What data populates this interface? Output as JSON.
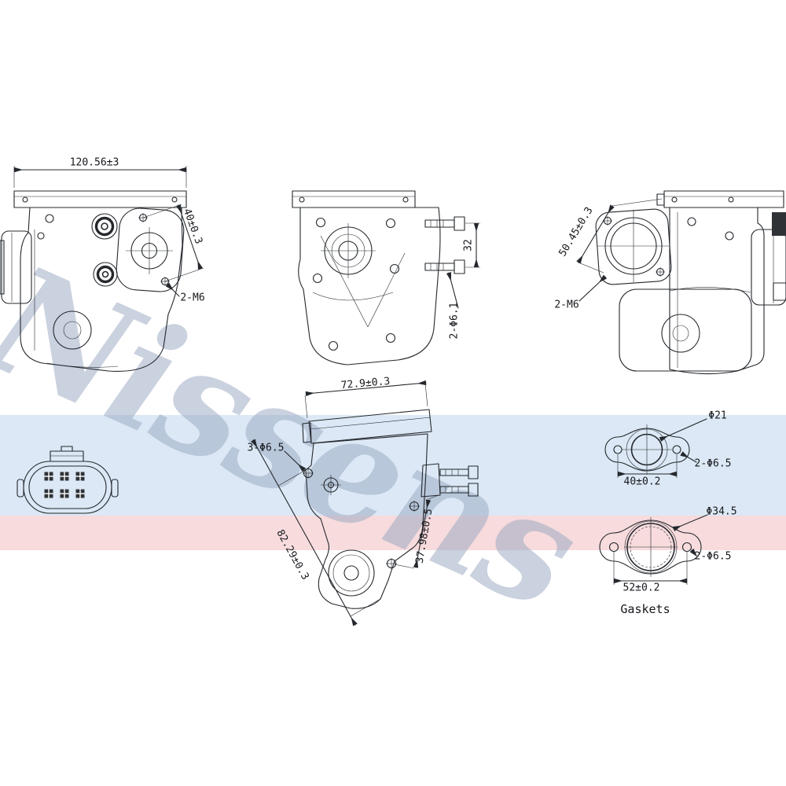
{
  "watermark": {
    "text": "Nissens"
  },
  "colors": {
    "line": "#24282d",
    "band_blue": "#dce8f5",
    "band_pink": "#f7dbdd",
    "watermark": "#9aa9c2",
    "pin_dark": "#2f3338"
  },
  "annotations": {
    "front_width": "120.56±3",
    "front_hole_spacing": "40±0.3",
    "front_thread": "2-M6",
    "side_stud_spacing": "32",
    "side_stud_dia": "2-Φ6.1",
    "right_hole_spacing": "50.45±0.3",
    "right_thread": "2-M6",
    "top_width": "72.9±0.3",
    "top_holes": "3-Φ6.5",
    "top_length": "82.29±0.3",
    "top_depth": "37.98±0.5",
    "gasket1_bore": "Φ21",
    "gasket1_holes": "2-Φ6.5",
    "gasket1_spacing": "40±0.2",
    "gasket2_bore": "Φ34.5",
    "gasket2_holes": "2-Φ6.5",
    "gasket2_spacing": "52±0.2",
    "gaskets_caption": "Gaskets"
  }
}
